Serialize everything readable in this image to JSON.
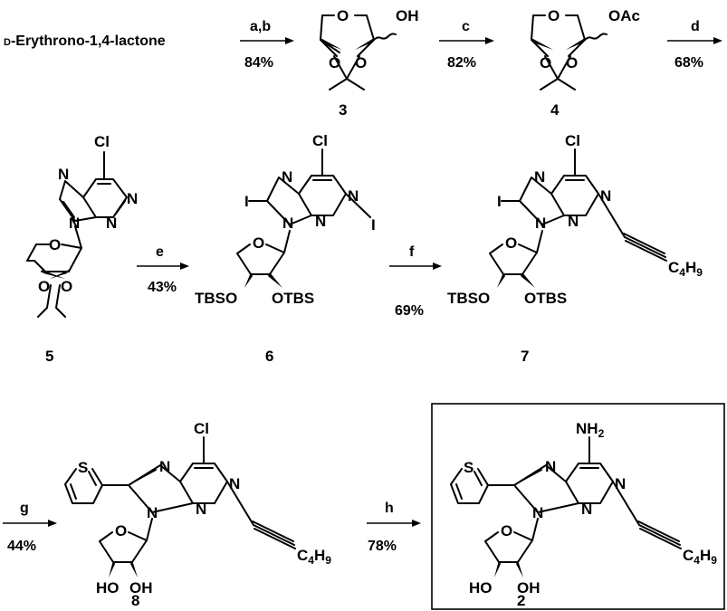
{
  "scheme": {
    "start_material": "D-Erythrono-1,4-lactone",
    "start_prefix": "D",
    "start_rest": "-Erythrono-1,4-lactone",
    "compounds": [
      "3",
      "4",
      "5",
      "6",
      "7",
      "8",
      "2"
    ],
    "steps": [
      {
        "reagent": "a,b",
        "yield": "84%"
      },
      {
        "reagent": "c",
        "yield": "82%"
      },
      {
        "reagent": "d",
        "yield": "68%"
      },
      {
        "reagent": "e",
        "yield": "43%"
      },
      {
        "reagent": "f",
        "yield": "69%"
      },
      {
        "reagent": "g",
        "yield": "44%"
      },
      {
        "reagent": "h",
        "yield": "78%"
      }
    ],
    "atoms": {
      "O": "O",
      "OH": "OH",
      "OAc": "OAc",
      "N": "N",
      "S": "S",
      "Cl": "Cl",
      "I": "I",
      "TBSO": "TBSO",
      "OTBS": "OTBS",
      "HO": "HO",
      "NH": "NH",
      "H": "H",
      "C": "C",
      "n2": "2",
      "n4": "4",
      "n9": "9"
    },
    "highlight_box_compound": "2",
    "colors": {
      "ink": "#000000",
      "background": "#ffffff"
    }
  }
}
